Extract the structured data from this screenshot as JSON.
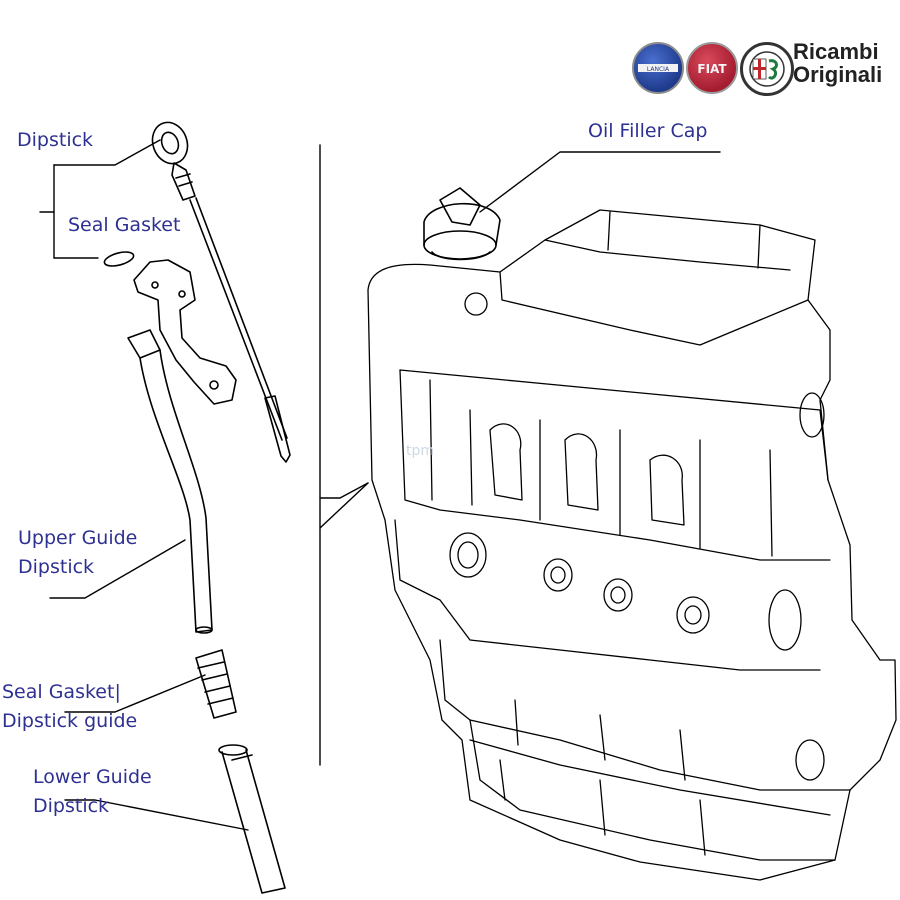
{
  "labels": {
    "dipstick": "Dipstick",
    "seal_gasket": "Seal Gasket",
    "upper_guide_line1": "Upper Guide",
    "upper_guide_line2": "Dipstick",
    "seal_gasket_guide_line1": "Seal Gasket|",
    "seal_gasket_guide_line2": "Dipstick guide",
    "lower_guide_line1": "Lower Guide",
    "lower_guide_line2": "Dipstick",
    "oil_filler_cap": "Oil Filler Cap"
  },
  "brand": {
    "line1": "Ricambi",
    "line2": "Originali",
    "logos": [
      "Lancia",
      "Fiat",
      "Alfa Romeo"
    ],
    "logo_words": [
      "LANCIA",
      "FIAT"
    ]
  },
  "watermark": "tpm",
  "colors": {
    "label": "#2e3192",
    "line": "#000000",
    "lancia": "#1f3b8c",
    "fiat": "#a51c30",
    "alfa": "#1e7a3a"
  }
}
